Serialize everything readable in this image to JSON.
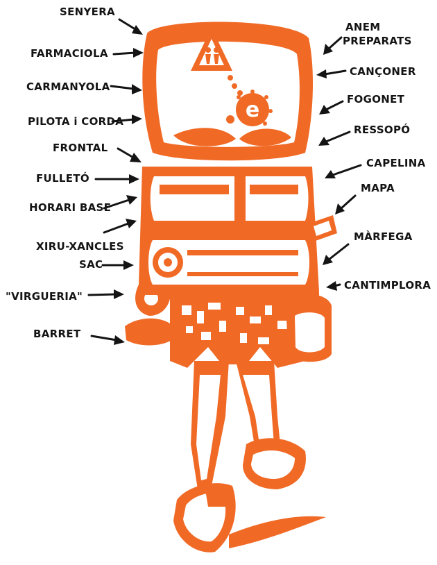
{
  "colors": {
    "accent": "#f06a26",
    "ink": "#141414",
    "background": "#ffffff"
  },
  "labels_left": [
    {
      "id": "senyera",
      "text": "SENYERA"
    },
    {
      "id": "farmaciola",
      "text": "FARMACIOLA"
    },
    {
      "id": "carmanyola",
      "text": "CARMANYOLA"
    },
    {
      "id": "pilota",
      "text": "PILOTA i CORDA"
    },
    {
      "id": "frontal",
      "text": "FRONTAL"
    },
    {
      "id": "fulleto",
      "text": "FULLETÓ"
    },
    {
      "id": "horari",
      "text": "HORARI BASE"
    },
    {
      "id": "xiru",
      "text": "XIRU-XANCLES"
    },
    {
      "id": "sac",
      "text": "SAC"
    },
    {
      "id": "virgueria",
      "text": "\"VIRGUERIA\""
    },
    {
      "id": "barret",
      "text": "BARRET"
    }
  ],
  "labels_right": [
    {
      "id": "anem",
      "lines": [
        "ANEM",
        "PREPARATS"
      ]
    },
    {
      "id": "canconer",
      "text": "CANÇONER"
    },
    {
      "id": "fogonet",
      "text": "FOGONET"
    },
    {
      "id": "ressopo",
      "text": "RESSOPÓ"
    },
    {
      "id": "capelina",
      "text": "CAPELINA"
    },
    {
      "id": "mapa",
      "text": "MAPA"
    },
    {
      "id": "marfega",
      "text": "MÀRFEGA"
    },
    {
      "id": "cantimplora",
      "text": "CANTIMPLORA"
    }
  ],
  "emblem_letter": "e"
}
